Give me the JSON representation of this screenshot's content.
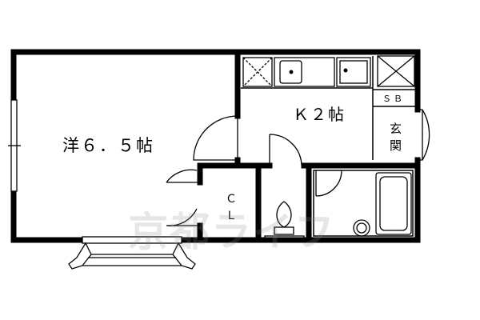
{
  "rooms": {
    "western_room": "洋６．５帖",
    "kitchen": "Ｋ２帖",
    "closet": "ＣＬ",
    "shoe_box": "ＳＢ",
    "entrance": "玄関"
  },
  "watermark": "京都ライフ",
  "colors": {
    "wall": "#000000",
    "fixture": "#000000",
    "watermark": "#8c8c8c",
    "background": "#ffffff"
  }
}
